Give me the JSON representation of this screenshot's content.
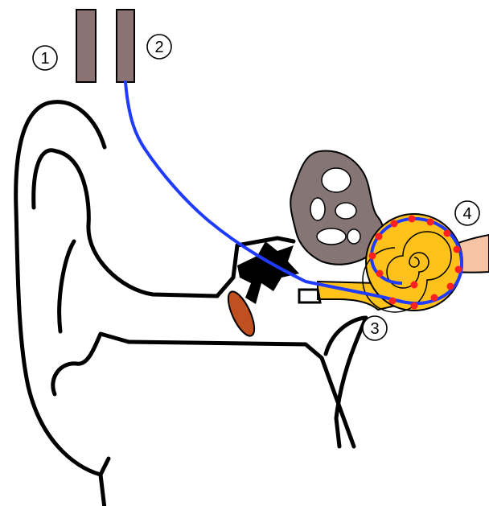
{
  "callouts": [
    {
      "id": "1",
      "label": "1"
    },
    {
      "id": "2",
      "label": "2"
    },
    {
      "id": "3",
      "label": "3"
    },
    {
      "id": "4",
      "label": "4"
    }
  ],
  "colors": {
    "outline": "#000000",
    "device": "#8c7373",
    "electrode_wire": "#1f3bff",
    "cochlea_fill": "#ffc21a",
    "cochlea_outline": "#000000",
    "electrode_contacts": "#ff2020",
    "semicircular_canals": "#857575",
    "auditory_nerve": "#f6c3a4",
    "eardrum": "#c0501f",
    "ossicles": "#000000",
    "background": "#ffffff"
  },
  "icons": {
    "device_1": "external-sound-processor-icon",
    "device_2": "implant-receiver-icon"
  }
}
